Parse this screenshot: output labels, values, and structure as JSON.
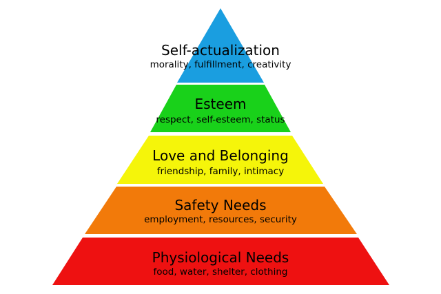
{
  "tiers": [
    {
      "title": "Self-actualization",
      "subtitle": "morality, fulfillment, creativity",
      "color": "#1a9ee0"
    },
    {
      "title": "Esteem",
      "subtitle": "respect, self-esteem, status",
      "color": "#19d11a"
    },
    {
      "title": "Love and Belonging",
      "subtitle": "friendship, family, intimacy",
      "color": "#f5f50a"
    },
    {
      "title": "Safety Needs",
      "subtitle": "employment, resources, security",
      "color": "#f27a0a"
    },
    {
      "title": "Physiological Needs",
      "subtitle": "food, water, shelter, clothing",
      "color": "#ee1111"
    }
  ]
}
